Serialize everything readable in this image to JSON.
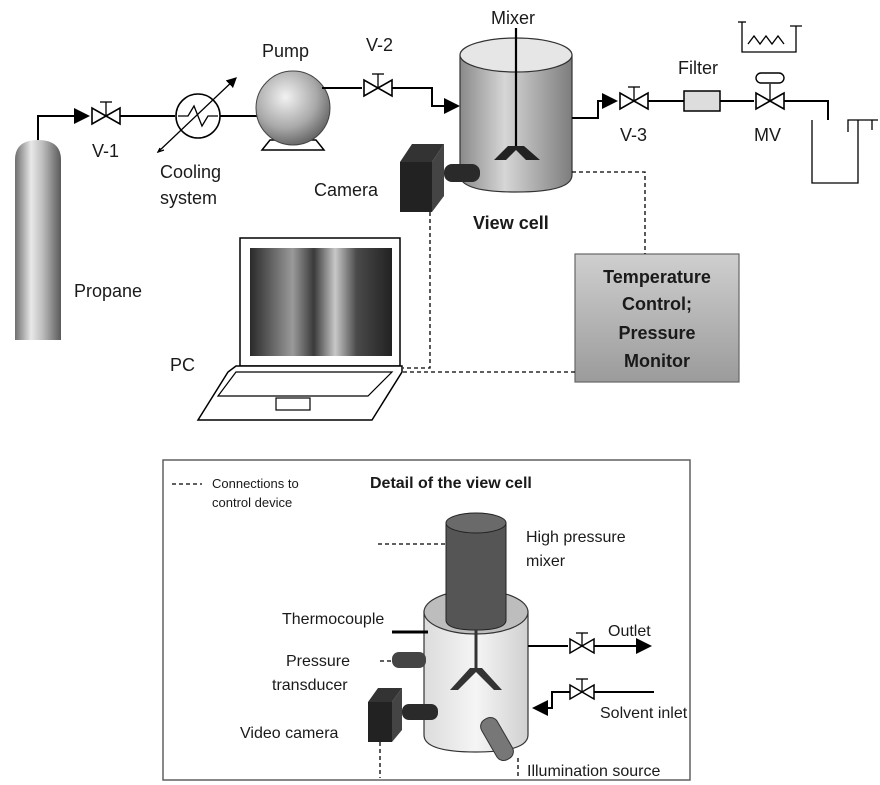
{
  "labels": {
    "mixer": "Mixer",
    "pump": "Pump",
    "v1": "V-1",
    "v2": "V-2",
    "v3": "V-3",
    "filter": "Filter",
    "mv": "MV",
    "cooling_line1": "Cooling",
    "cooling_line2": "system",
    "propane": "Propane",
    "camera": "Camera",
    "view_cell": "View cell",
    "pc": "PC",
    "control_box_line1": "Temperature",
    "control_box_line2": "Control;",
    "control_box_line3": "Pressure",
    "control_box_line4": "Monitor"
  },
  "detail": {
    "title": "Detail of the view cell",
    "legend_line1": "Connections to",
    "legend_line2": "control device",
    "mixer_line1": "High pressure",
    "mixer_line2": "mixer",
    "thermocouple": "Thermocouple",
    "pressure_line1": "Pressure",
    "pressure_line2": "transducer",
    "video_camera": "Video camera",
    "outlet": "Outlet",
    "solvent_inlet": "Solvent inlet",
    "illumination": "Illumination source"
  }
}
